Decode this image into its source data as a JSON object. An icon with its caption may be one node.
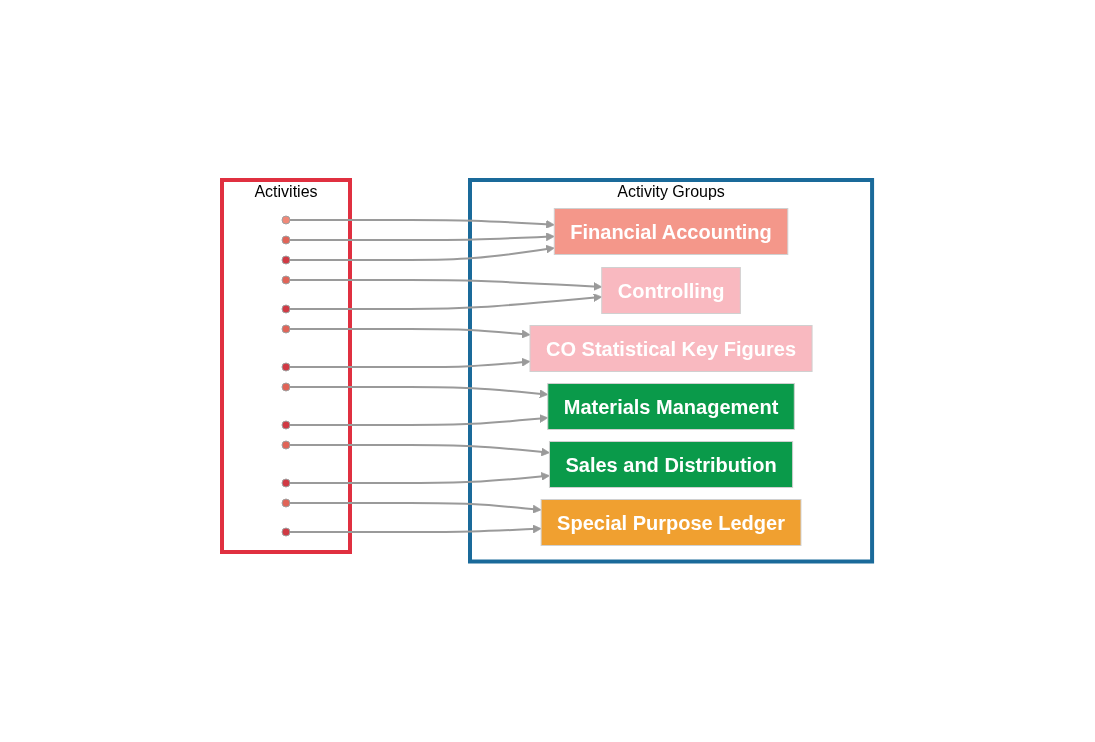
{
  "diagram": {
    "nodes": [
      {
        "text": [
          "Activities"
        ]
      },
      {
        "text": [],
        "shape": "circle",
        "in": 0
      },
      {
        "text": [],
        "shape": "circle",
        "in": 0
      },
      {
        "text": [],
        "shape": "circle",
        "in": 0
      },
      {
        "text": [],
        "shape": "circle",
        "in": 0
      },
      {
        "text": [],
        "shape": "circle",
        "in": 0
      },
      {
        "text": [],
        "shape": "circle",
        "in": 0
      },
      {
        "text": [],
        "shape": "circle",
        "in": 0
      },
      {
        "text": [],
        "shape": "circle",
        "in": 0
      },
      {
        "text": [],
        "shape": "circle",
        "in": 0
      },
      {
        "text": [],
        "shape": "circle",
        "in": 0
      },
      {
        "text": [],
        "shape": "circle",
        "in": 0
      },
      {
        "text": [],
        "shape": "circle",
        "in": 0
      },
      {
        "text": [],
        "shape": "circle",
        "in": 0
      },
      {
        "text": [
          "Activity Groups"
        ]
      },
      {
        "text": [
          "Financial Accounting"
        ],
        "in": 14
      },
      {
        "text": [
          "Controlling"
        ],
        "in": 14
      },
      {
        "text": [
          "CO Statistical Key Figures"
        ],
        "in": 14
      },
      {
        "text": [
          "Materials Management"
        ],
        "in": 14
      },
      {
        "text": [
          "Sales and Distribution"
        ],
        "in": 14
      },
      {
        "text": [
          "Special Purpose Ledger"
        ],
        "in": 14
      }
    ],
    "edges": [
      {
        "from": 1,
        "to": 15,
        "arrow": "to"
      },
      {
        "from": 2,
        "to": 15,
        "arrow": "to"
      },
      {
        "from": 3,
        "to": 15,
        "arrow": "to"
      },
      {
        "from": 4,
        "to": 16,
        "arrow": "to"
      },
      {
        "from": 5,
        "to": 16,
        "arrow": "to"
      },
      {
        "from": 6,
        "to": 17,
        "arrow": "to"
      },
      {
        "from": 7,
        "to": 17,
        "arrow": "to"
      },
      {
        "from": 8,
        "to": 18,
        "arrow": "to"
      },
      {
        "from": 9,
        "to": 18,
        "arrow": "to"
      },
      {
        "from": 10,
        "to": 19,
        "arrow": "to"
      },
      {
        "from": 11,
        "to": 19,
        "arrow": "to"
      },
      {
        "from": 12,
        "to": 20,
        "arrow": "to"
      },
      {
        "from": 13,
        "to": 20,
        "arrow": "to"
      }
    ]
  }
}
